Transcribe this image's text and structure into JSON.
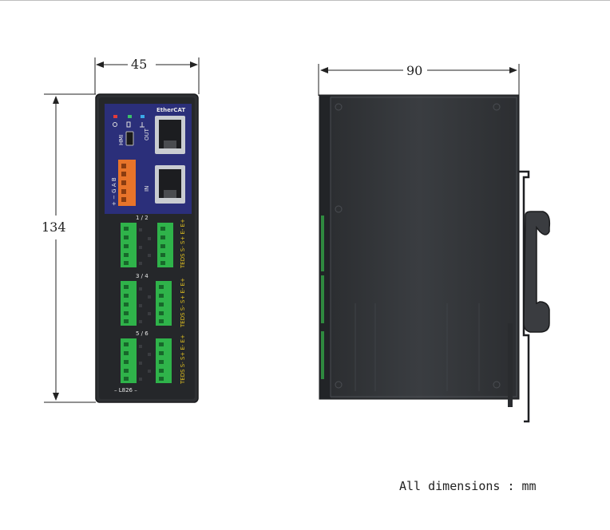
{
  "dimensions": {
    "front_width": "45",
    "side_width": "90",
    "height": "134",
    "units_note": "All dimensions : mm"
  },
  "front_panel": {
    "brand": "EtherCAT",
    "port_out": "OUT",
    "port_in": "IN",
    "hmi": "HMI",
    "power_pins": "+ − G A B",
    "channel_groups": [
      "1 / 2",
      "3 / 4",
      "5 / 6"
    ],
    "channel_pins": "TEDS S- S+ E- E+",
    "model": "– L826 –"
  },
  "colors": {
    "housing": "#2e3033",
    "blue_panel": "#2b2f7a",
    "terminal_green": "#2fb34a",
    "terminal_orange": "#e8742a",
    "teds_yellow": "#e0c020"
  }
}
